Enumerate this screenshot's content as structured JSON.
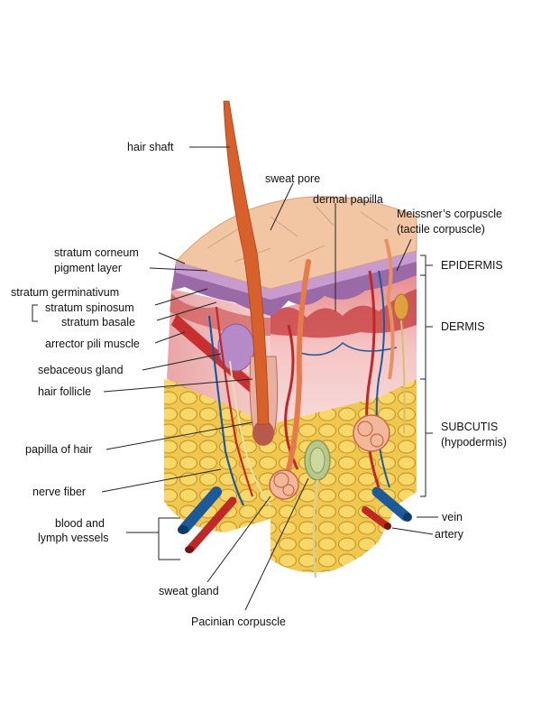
{
  "labels": {
    "hair_shaft": "hair shaft",
    "sweat_pore": "sweat pore",
    "dermal_papilla": "dermal papilla",
    "meissner_1": "Meissner’s corpuscle",
    "meissner_2": "(tactile corpuscle)",
    "stratum_corneum": "stratum corneum",
    "pigment_layer": "pigment layer",
    "stratum_germinativum": "stratum germinativum",
    "stratum_spinosum": "stratum spinosum",
    "stratum_basale": "stratum basale",
    "arrector_pili": "arrector pili muscle",
    "sebaceous_gland": "sebaceous gland",
    "hair_follicle": "hair follicle",
    "papilla_of_hair": "papilla of hair",
    "nerve_fiber": "nerve fiber",
    "blood_lymph_1": "blood and",
    "blood_lymph_2": "lymph vessels",
    "sweat_gland": "sweat gland",
    "pacinian": "Pacinian corpuscle",
    "epidermis": "EPIDERMIS",
    "dermis": "DERMIS",
    "subcutis_1": "SUBCUTIS",
    "subcutis_2": "(hypodermis)",
    "vein": "vein",
    "artery": "artery"
  },
  "colors": {
    "skin_surface": "#f2c6a2",
    "epidermis": "#9a6aa6",
    "dermis": "#f4b8b8",
    "dermis_dark": "#c94848",
    "fat": "#f0c850",
    "fat_shade": "#c89a2a",
    "hair": "#d8602a",
    "vein": "#1d5a9c",
    "artery": "#c02828",
    "nerve": "#e8e0a0"
  }
}
